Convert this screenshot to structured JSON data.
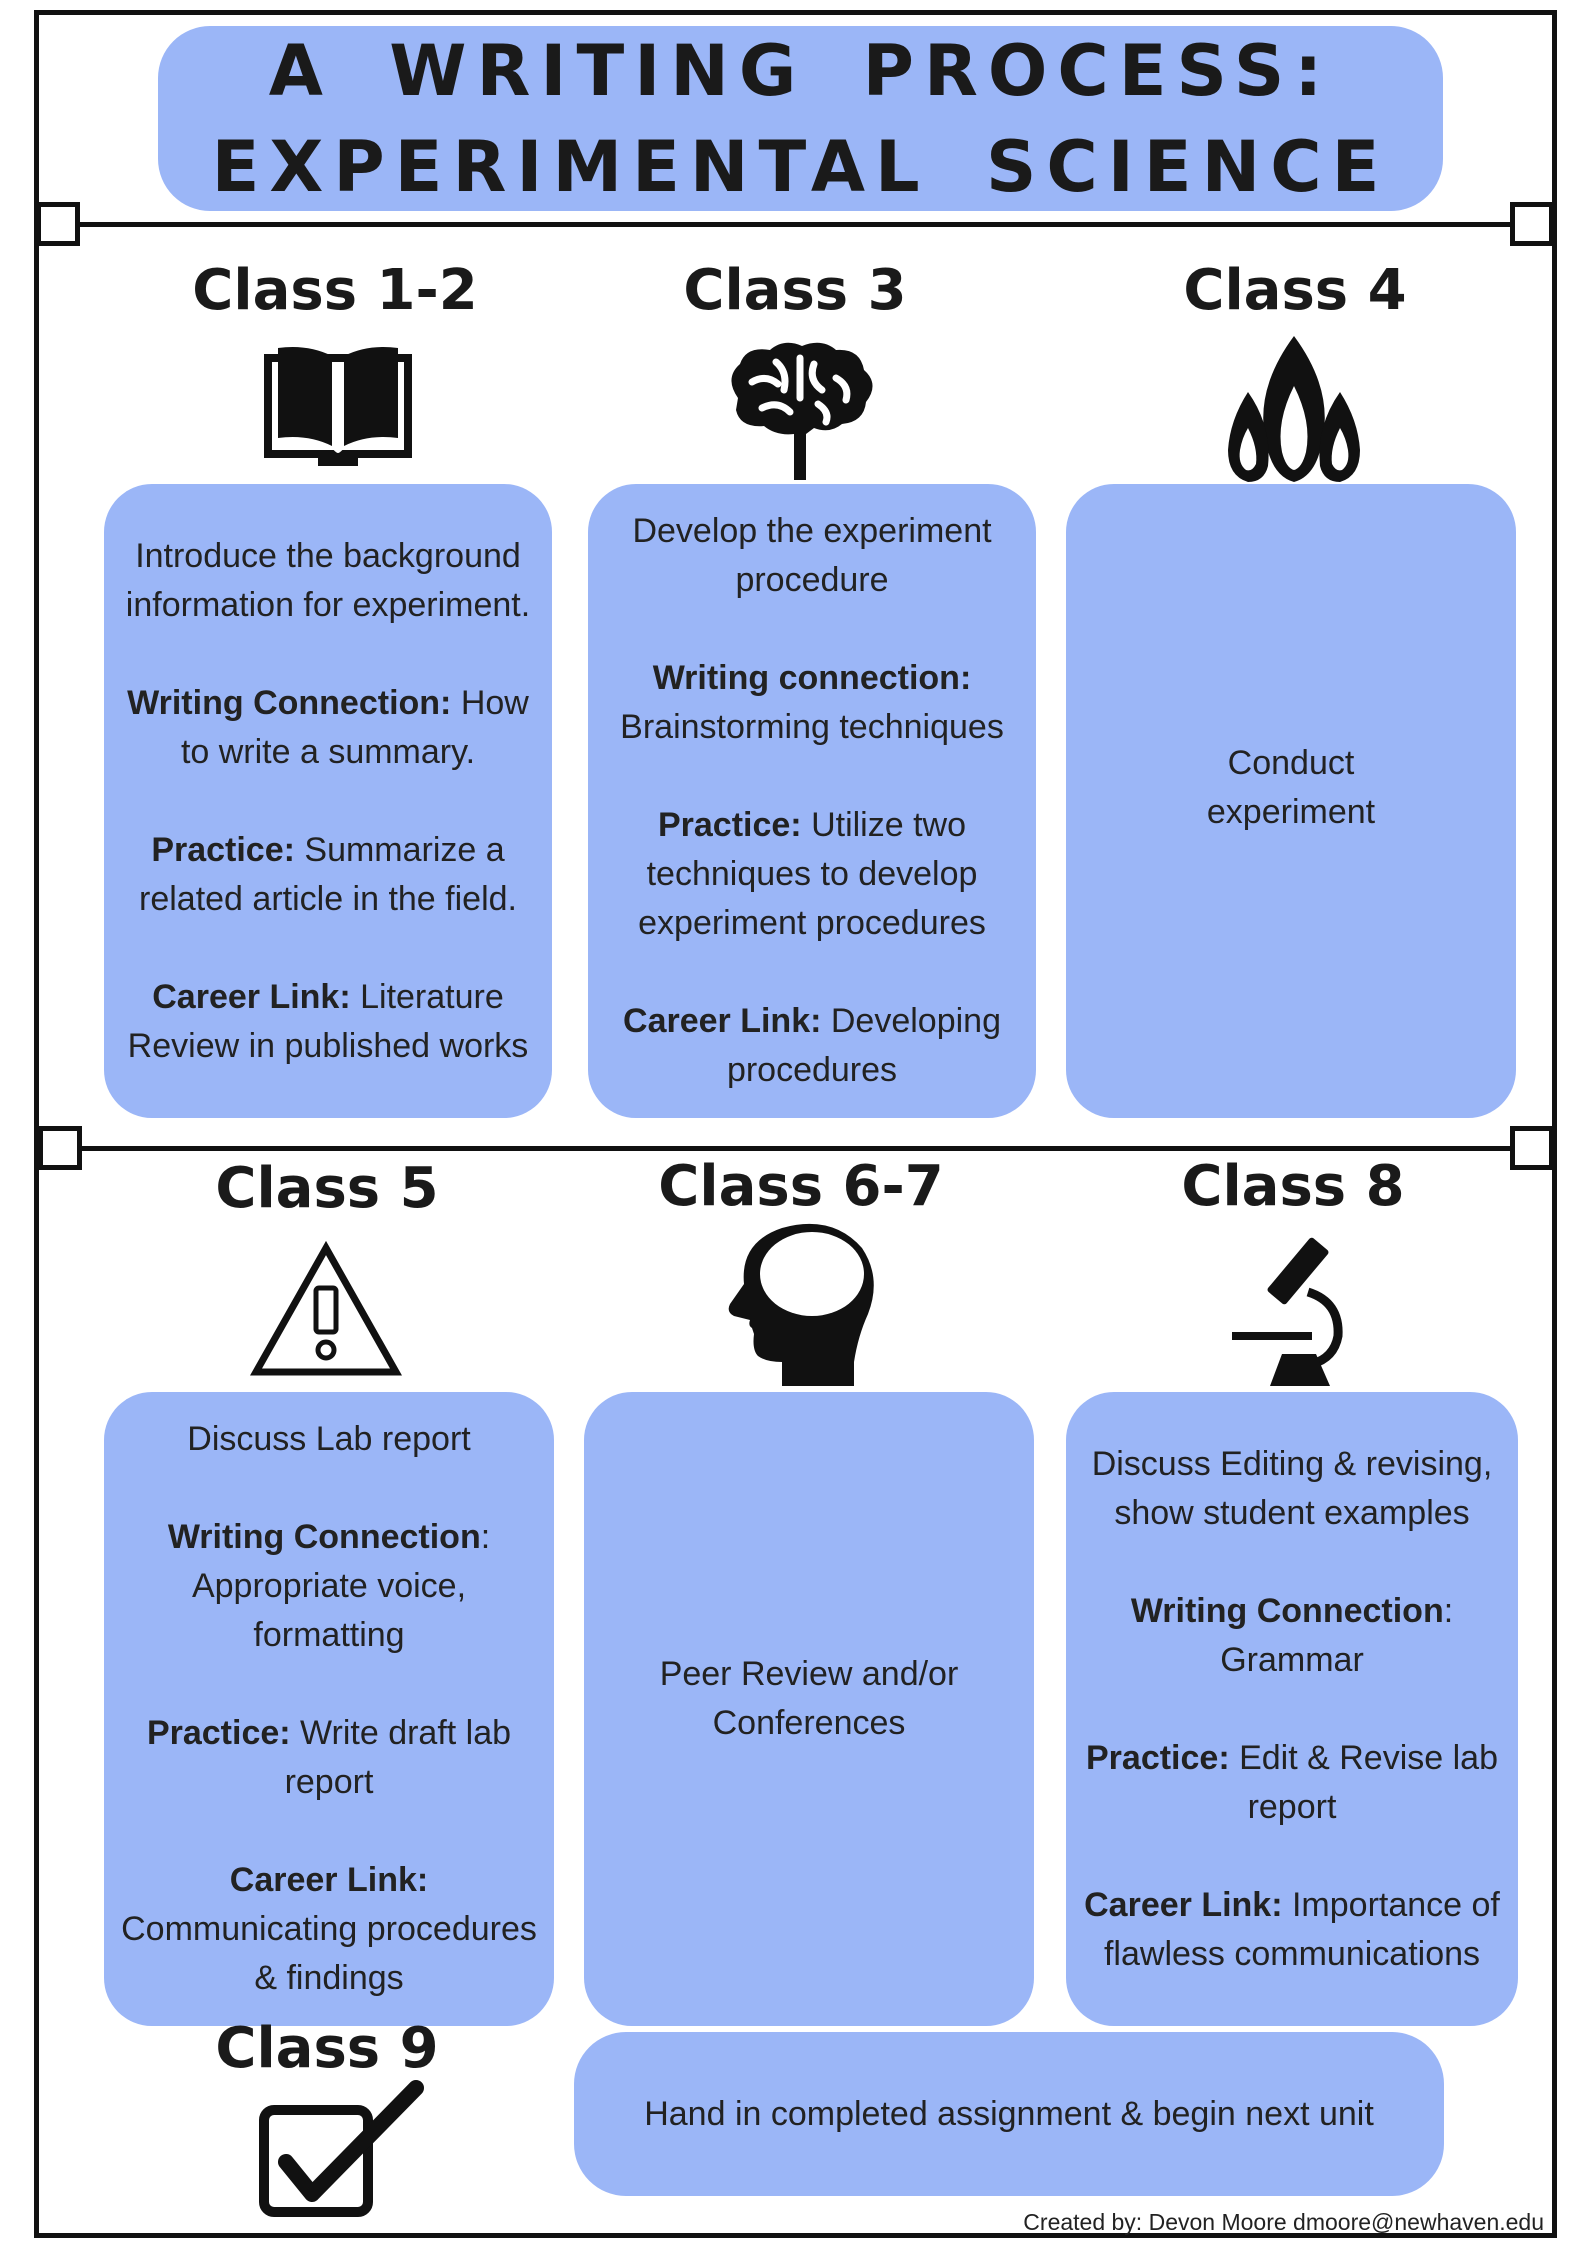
{
  "title": {
    "line1": "A WRITING PROCESS:",
    "line2": "EXPERIMENTAL SCIENCE"
  },
  "classes": [
    {
      "heading": "Class 1-2",
      "icon": "book-icon",
      "paragraphs": [
        {
          "bold": "",
          "text": "Introduce the background information for experiment."
        },
        {
          "bold": "Writing Connection:",
          "text": " How to write a summary."
        },
        {
          "bold": "Practice:",
          "text": " Summarize a related article in the field."
        },
        {
          "bold": "Career Link:",
          "text": " Literature Review in published works"
        }
      ]
    },
    {
      "heading": "Class 3",
      "icon": "brain-tree-icon",
      "paragraphs": [
        {
          "bold": "",
          "text": "Develop the experiment procedure"
        },
        {
          "bold": "Writing connection:",
          "text": " Brainstorming techniques"
        },
        {
          "bold": "Practice:",
          "text": " Utilize two techniques to develop experiment procedures"
        },
        {
          "bold": "Career Link:",
          "text": " Developing procedures"
        }
      ]
    },
    {
      "heading": "Class 4",
      "icon": "flame-icon",
      "paragraphs": [
        {
          "bold": "",
          "text": "Conduct experiment"
        }
      ]
    },
    {
      "heading": "Class 5",
      "icon": "warning-icon",
      "paragraphs": [
        {
          "bold": "",
          "text": "Discuss Lab report"
        },
        {
          "bold": "Writing Connection",
          "text": ": Appropriate voice, formatting"
        },
        {
          "bold": "Practice:",
          "text": " Write draft lab report"
        },
        {
          "bold": "Career Link:",
          "text": " Communicating procedures & findings"
        }
      ]
    },
    {
      "heading": "Class 6-7",
      "icon": "head-profile-icon",
      "paragraphs": [
        {
          "bold": "",
          "text": "Peer Review and/or Conferences"
        }
      ]
    },
    {
      "heading": "Class 8",
      "icon": "microscope-icon",
      "paragraphs": [
        {
          "bold": "",
          "text": "Discuss Editing & revising, show student examples"
        },
        {
          "bold": "Writing Connection",
          "text": ": Grammar"
        },
        {
          "bold": "Practice:",
          "text": " Edit & Revise lab report"
        },
        {
          "bold": "Career Link:",
          "text": " Importance of flawless communications"
        }
      ]
    },
    {
      "heading": "Class 9",
      "icon": "checkbox-icon",
      "paragraphs": [
        {
          "bold": "",
          "text": "Hand in completed assignment & begin next unit"
        }
      ]
    }
  ],
  "credit": "Created by: Devon Moore dmoore@newhaven.edu",
  "colors": {
    "card": "#9bb6f7",
    "ink": "#1a1a1a"
  }
}
